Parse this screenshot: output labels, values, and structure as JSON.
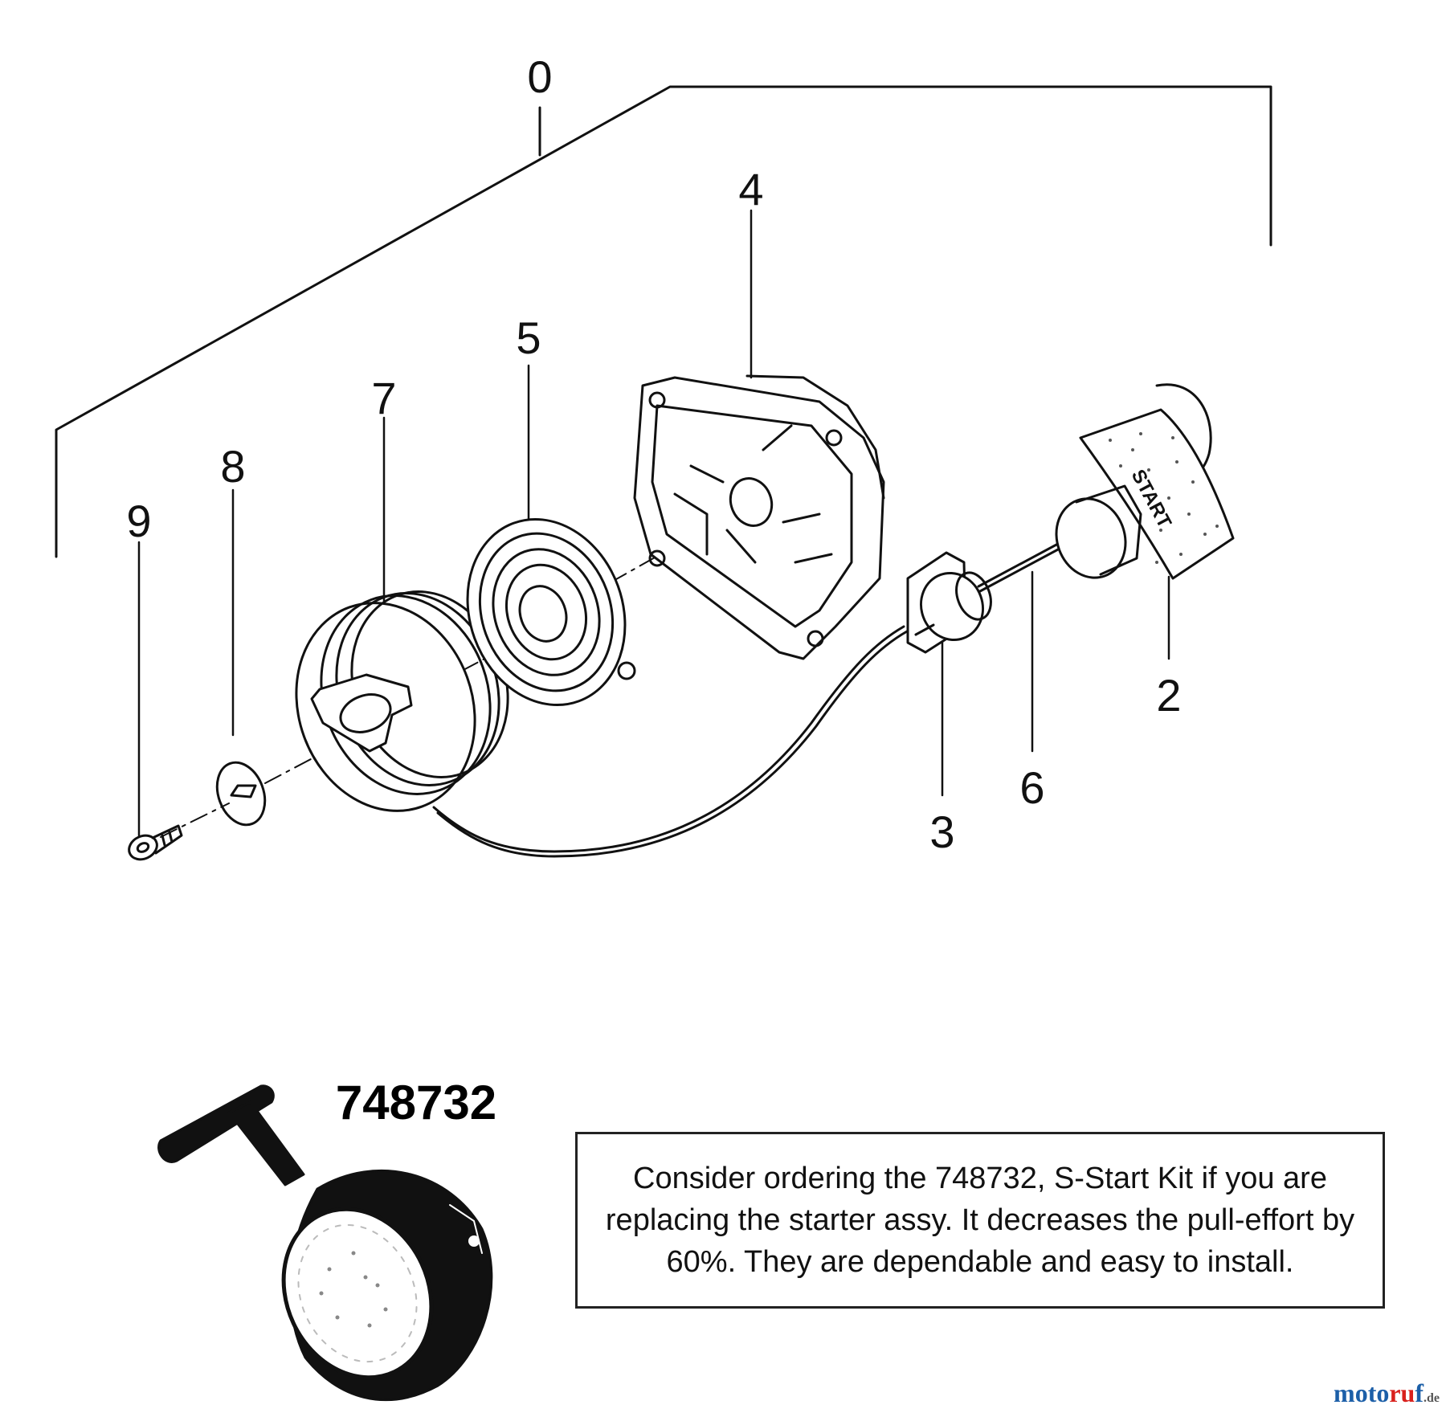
{
  "callouts": {
    "c0": "0",
    "c2": "2",
    "c3": "3",
    "c4": "4",
    "c5": "5",
    "c6": "6",
    "c7": "7",
    "c8": "8",
    "c9": "9"
  },
  "handle_label": "START",
  "kit": {
    "number": "748732",
    "note": "Consider ordering the 748732, S-Start Kit if  you are replacing the starter assy. It decreases the pull-effort by 60%. They are dependable and easy to install."
  },
  "watermark": {
    "part_a": "moto",
    "part_b": "ru",
    "part_c": "f",
    "tld": ".de"
  }
}
